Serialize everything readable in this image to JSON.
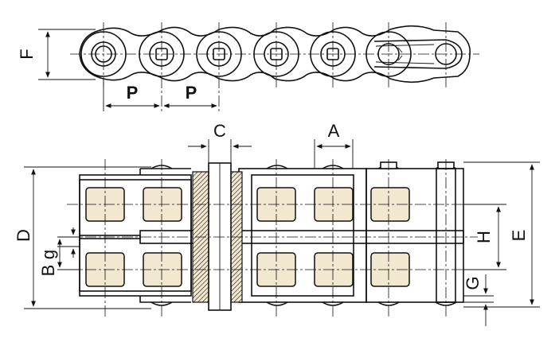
{
  "labels": {
    "F": "F",
    "P1": "P",
    "P2": "P",
    "C": "C",
    "A": "A",
    "D": "D",
    "B": "B",
    "g": "g",
    "H": "H",
    "E": "E",
    "G": "G"
  },
  "colors": {
    "roller_fill": "#f2e8cf",
    "line": "#111111"
  }
}
